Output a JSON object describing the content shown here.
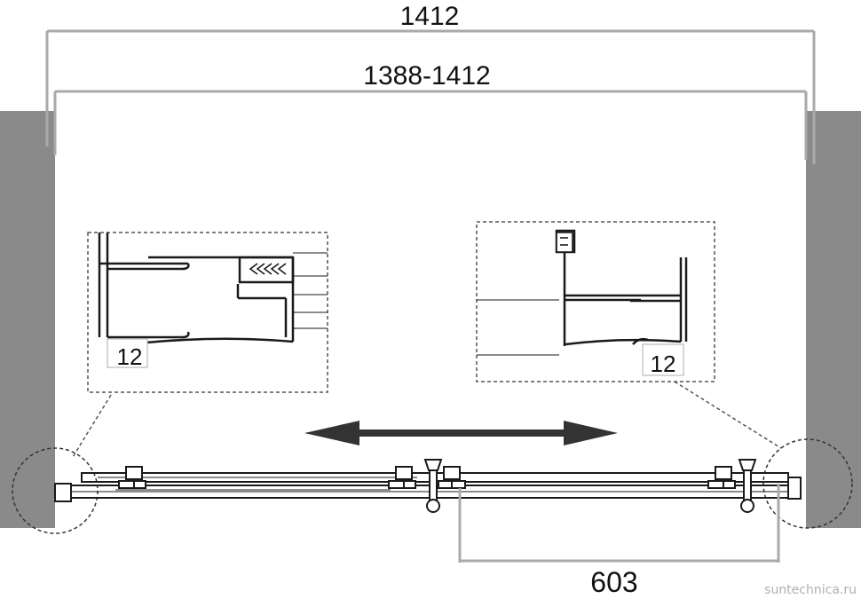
{
  "dimensions": {
    "overall_width": "1412",
    "adjustment_range": "1388-1412",
    "door_opening": "603",
    "detail_left_gap": "12",
    "detail_right_gap": "12"
  },
  "watermark": "suntechnica.ru",
  "colors": {
    "wall": "#8a8a8a",
    "line": "#1a1a1a",
    "dim_line": "#aaaaaa",
    "detail_border": "#555555"
  },
  "icons": {
    "slide_direction": "double-arrow-icon"
  }
}
